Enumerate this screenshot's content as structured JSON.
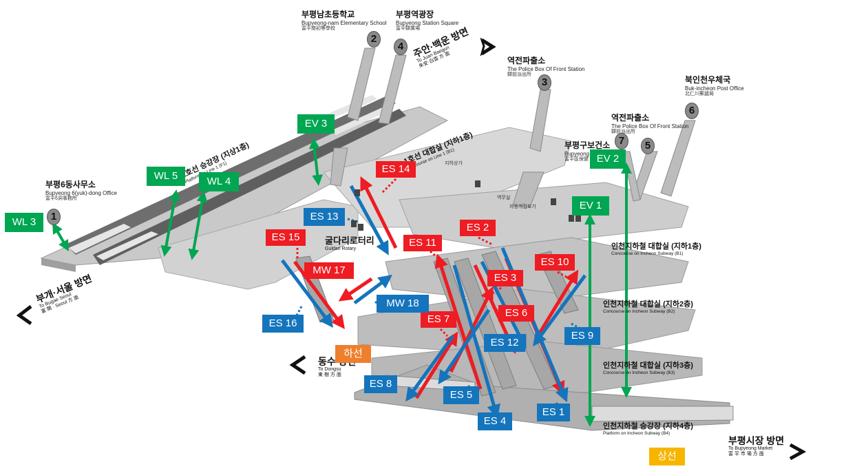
{
  "colors": {
    "escalator_up": "#ee1c23",
    "escalator_down": "#1474bc",
    "elevator_walkway": "#00a651",
    "lower_line_badge": "#ee7f2d",
    "upper_line_badge": "#f7b500"
  },
  "labels": {
    "ES1": "ES 1",
    "ES2": "ES 2",
    "ES3": "ES 3",
    "ES4": "ES 4",
    "ES5": "ES 5",
    "ES6": "ES 6",
    "ES7": "ES 7",
    "ES8": "ES 8",
    "ES9": "ES 9",
    "ES10": "ES 10",
    "ES11": "ES 11",
    "ES12": "ES 12",
    "ES13": "ES 13",
    "ES14": "ES 14",
    "ES15": "ES 15",
    "ES16": "ES 16",
    "MW17": "MW 17",
    "MW18": "MW 18",
    "EV1": "EV 1",
    "EV2": "EV 2",
    "EV3": "EV 3",
    "WL3": "WL 3",
    "WL4": "WL 4",
    "WL5": "WL 5",
    "down_line": "하선",
    "up_line": "상선"
  },
  "places": {
    "elem_school": {
      "ko": "부평남초등학교",
      "en": "Bupyeong-nam Elementary School",
      "cn": "富平南初等學校",
      "exit": "2"
    },
    "station_square": {
      "ko": "부평역광장",
      "en": "Bupyeong Station Square",
      "cn": "富平驛廣場",
      "exit": "4"
    },
    "police_front_3": {
      "ko": "역전파출소",
      "en": "The Police Box Of Front Station",
      "cn": "驛前派出所",
      "exit": "3"
    },
    "post_office": {
      "ko": "북인천우체국",
      "en": "Buk-incheon Post Office",
      "cn": "北仁川郵遞局",
      "exit": "6"
    },
    "police_front_5": {
      "ko": "역전파출소",
      "en": "The Police Box Of Front Station",
      "cn": "驛前派出所",
      "exit": "5"
    },
    "health_center": {
      "ko": "부평구보건소",
      "en": "Bupyeong",
      "cn": "富平區保健",
      "exit": "7"
    },
    "dong_office": {
      "ko": "부평6동사무소",
      "en": "Bupyeong 6(yuk)-dong Office",
      "cn": "富平6洞事務所",
      "exit": "1"
    }
  },
  "directions": {
    "juan": {
      "ko": "주안·백운 방면",
      "en": "To Juan·Baegun",
      "cn": "朱安·白雲 方 面"
    },
    "bugae": {
      "ko": "부개·서울 방면",
      "en": "To Bugae·Seoul",
      "cn": "富 開 · Seoul 方 面"
    },
    "dongsu": {
      "ko": "동수 방면",
      "en": "To Dongsu",
      "cn": "東 樹 方 面"
    },
    "market": {
      "ko": "부평시장 방면",
      "en": "To Bupyeong Market",
      "cn": "富 平 市 場 方 面"
    }
  },
  "floors": {
    "line1_platform": {
      "ko": "1호선 승강장 (지상1층)",
      "en": "Platform on Line 1 (F1)"
    },
    "line1_concourse": {
      "ko": "1호선 대합실 (지하1층)",
      "en": "Concourse on Line 1 (B1)"
    },
    "incheon_b1": {
      "ko": "인천지하철 대합실 (지하1층)",
      "en": "Concourse on Incheon Subway (B1)"
    },
    "incheon_b2": {
      "ko": "인천지하철 대합실 (지하2층)",
      "en": "Concourse on Incheon Subway (B2)"
    },
    "incheon_b3": {
      "ko": "인천지하철 대합실 (지하3층)",
      "en": "Concourse on Incheon Subway (B3)"
    },
    "incheon_b4": {
      "ko": "인천지하철 승강장 (지하4층)",
      "en": "Platform on Incheon Subway (B4)"
    }
  },
  "misc": {
    "rotary": {
      "ko": "굴다리로터리",
      "en": "Guldari Rotary"
    },
    "underground_mall": "지하상가",
    "station_office": "역무실",
    "ticket_machine": "자동개집표기"
  }
}
